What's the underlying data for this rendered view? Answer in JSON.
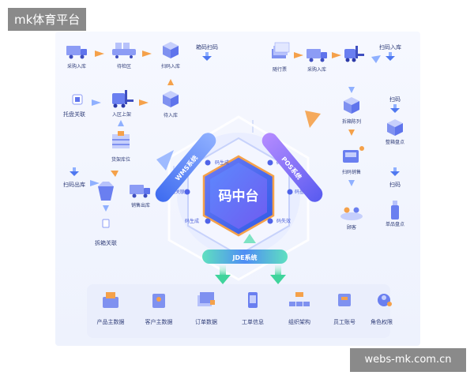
{
  "watermarks": {
    "top_left": "mk体育平台",
    "bottom_right": "webs-mk.com.cn"
  },
  "center": {
    "title": "码中台",
    "ring_labels": [
      "码生成",
      "码拆解",
      "码查看",
      "码失效",
      "码生成",
      "码关联"
    ]
  },
  "systems": {
    "left": "WMS系统",
    "right": "POS系统",
    "bottom": "JDE系统"
  },
  "left_flow": {
    "purchase_in": "采购入库",
    "waiting_zone": "待检区",
    "scan_in": "扫码入库",
    "box_scan": "箱码扫码",
    "pallet_link": "托盘关联",
    "putaway": "入区上架",
    "pending": "待入库",
    "slot_location": "货架库位",
    "scan_out": "扫码出库",
    "sales_out": "销售出库",
    "unbox_link": "拆箱关联"
  },
  "right_flow": {
    "follow_slip": "随行票",
    "purchase_in": "采购入库",
    "scan_in": "扫码入库",
    "unbox_display": "拆箱陈列",
    "scan_1": "扫码",
    "full_box_check": "整箱盘点",
    "scan_sales": "扫码销售",
    "scan_2": "扫码",
    "customer": "顾客",
    "single_check": "单品盘点"
  },
  "master_data": [
    {
      "label": "产品主数据",
      "icon": "product-data-icon"
    },
    {
      "label": "客户主数据",
      "icon": "customer-data-icon"
    },
    {
      "label": "订单数据",
      "icon": "order-data-icon"
    },
    {
      "label": "工单信息",
      "icon": "work-order-icon"
    },
    {
      "label": "组织架构",
      "icon": "org-structure-icon"
    },
    {
      "label": "员工账号",
      "icon": "employee-account-icon"
    },
    {
      "label": "角色权限",
      "icon": "role-permission-icon"
    }
  ],
  "colors": {
    "blue": "#3b6ff2",
    "orange": "#f5a14a",
    "green": "#4bd6a3",
    "hex": "#4f63e8",
    "pos_purple": "#7b5cf0"
  }
}
